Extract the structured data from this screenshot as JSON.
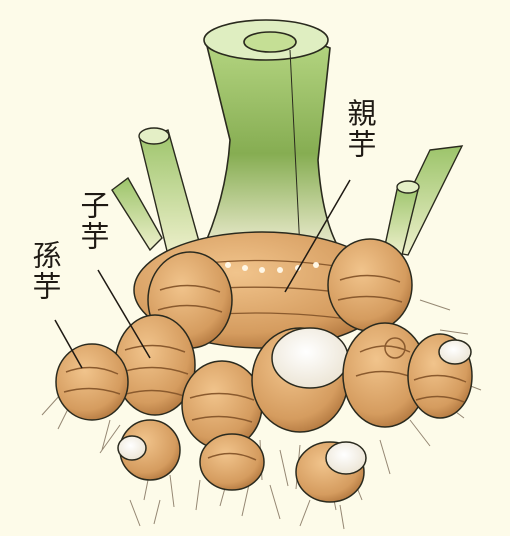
{
  "labels": {
    "parent": "親芋",
    "child": "子芋",
    "grandchild": "孫芋"
  },
  "colors": {
    "background": "#fdfbe9",
    "stem_light": "#c9e09a",
    "stem_dark": "#7fa64e",
    "corm": "#d9a46a",
    "corm_shadow": "#b77d45",
    "ring": "#8a5a2e",
    "ink": "#1f1a14"
  }
}
